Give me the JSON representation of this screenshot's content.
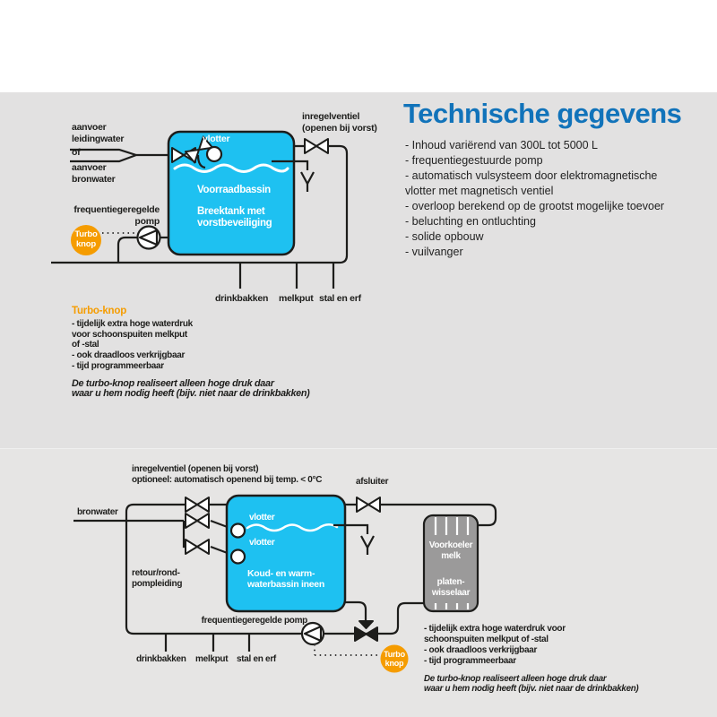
{
  "colors": {
    "line": "#1d1d1b",
    "cyan": "#1ec1f1",
    "orange": "#f59c00",
    "blue": "#1173ba",
    "graybox": "#9b9a9a",
    "paneltop": "#e2e1e1",
    "panelbottom": "#e6e5e4"
  },
  "tech": {
    "title": "Technische gegevens",
    "items": "- Inhoud variërend van 300L tot 5000 L\n- frequentiegestuurde pomp\n- automatisch vulsysteem door  elektromagnetische\n  vlotter met magnetisch ventiel\n- overloop berekend op de grootst mogelijke toevoer\n- beluchting en ontluchting\n- solide opbouw\n- vuilvanger"
  },
  "diagram1": {
    "inlet_top": "aanvoer\nleidingwater",
    "inlet_or": "of",
    "inlet_bottom": "aanvoer\nbronwater",
    "float_label": "vlotter",
    "tank_title": "Voorraadbassin",
    "tank_subtitle": "Breektank met\nvorstbeveiliging",
    "regulating_valve_label": "inregelventiel\n(openen bij vorst)",
    "pump_label": "frequentiegeregelde\npomp",
    "turbo_button": "Turbo\nknop",
    "outlets": [
      "drinkbakken",
      "melkput",
      "stal en erf"
    ]
  },
  "turbo_section": {
    "heading": "Turbo-knop",
    "items": "- tijdelijk extra hoge waterdruk\n   voor schoonspuiten melkput\n   of -stal\n- ook draadloos verkrijgbaar\n- tijd programmeerbaar",
    "note": "De turbo-knop realiseert alleen hoge druk daar\nwaar u hem nodig heeft (bijv. niet naar de drinkbakken)"
  },
  "diagram2": {
    "regulating_valve_label": "inregelventiel (openen bij vorst)\noptioneel: automatisch openend bij temp. < 0°C",
    "shutoff_valve_label": "afsluiter",
    "source_label": "bronwater",
    "float1_label": "vlotter",
    "float2_label": "vlotter",
    "tank_title": "Koud- en warm-\nwaterbassin ineen",
    "return_label": "retour/rond-\npompleiding",
    "cooler_top": "Voorkoeler\nmelk",
    "cooler_bottom": "platen-\nwisselaar",
    "pump_label": "frequentiegeregelde pomp",
    "turbo_button": "Turbo\nknop",
    "outlets": [
      "drinkbakken",
      "melkput",
      "stal en erf"
    ],
    "items": "- tijdelijk extra hoge waterdruk voor\n   schoonspuiten melkput of -stal\n- ook draadloos verkrijgbaar\n- tijd programmeerbaar",
    "note": "De turbo-knop realiseert alleen hoge druk daar\nwaar u hem nodig heeft (bijv. niet naar de drinkbakken)"
  }
}
